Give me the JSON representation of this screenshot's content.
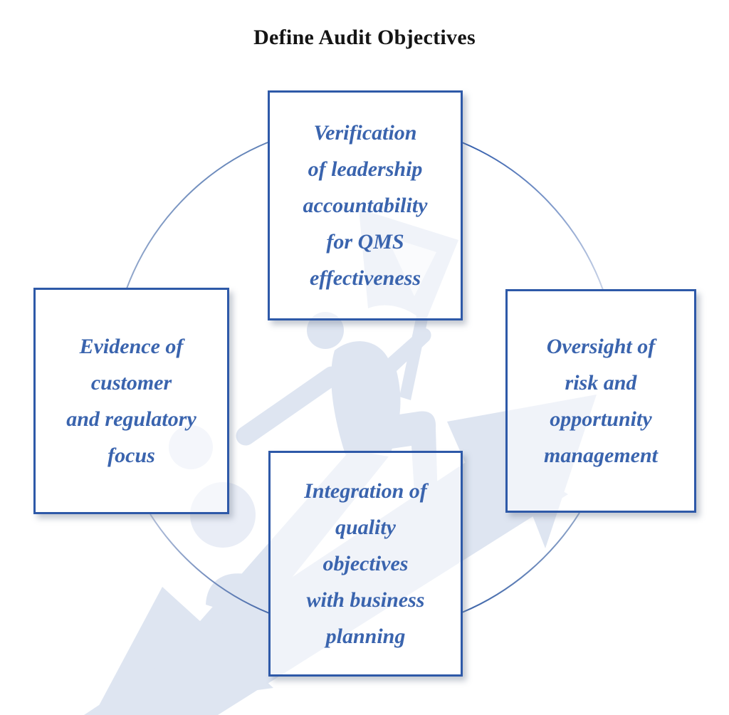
{
  "title": {
    "text": "Define Audit Objectives"
  },
  "boxes": {
    "top": {
      "position": "top",
      "text": "Verification of leadership accountability for QMS effectiveness",
      "lines": [
        "Verification",
        "of leadership",
        "accountability",
        "for QMS",
        "effectiveness"
      ]
    },
    "right": {
      "position": "right",
      "text": "Oversight of risk and opportunity management",
      "lines": [
        "Oversight of",
        "risk and",
        "opportunity",
        "management"
      ]
    },
    "bottom": {
      "position": "bottom",
      "text": "Integration of quality objectives with business planning",
      "lines": [
        "Integration of",
        "quality",
        "objectives",
        "with business",
        "planning"
      ]
    },
    "left": {
      "position": "left",
      "text": "Evidence of customer and regulatory focus",
      "lines": [
        "Evidence of",
        "customer",
        "and regulatory",
        "focus"
      ]
    }
  },
  "watermark": {
    "icon": "person-with-flag-logo-watermark"
  },
  "colors": {
    "background": "#ffffff",
    "title_text": "#141414",
    "box_border": "#2e59a8",
    "box_text": "#3a64ae",
    "box_fill": "rgba(255,255,255,0.55)",
    "circle_dark": "#2d59aa",
    "circle_light": "#c9d3e7",
    "watermark_fill": "#dee5f1"
  }
}
